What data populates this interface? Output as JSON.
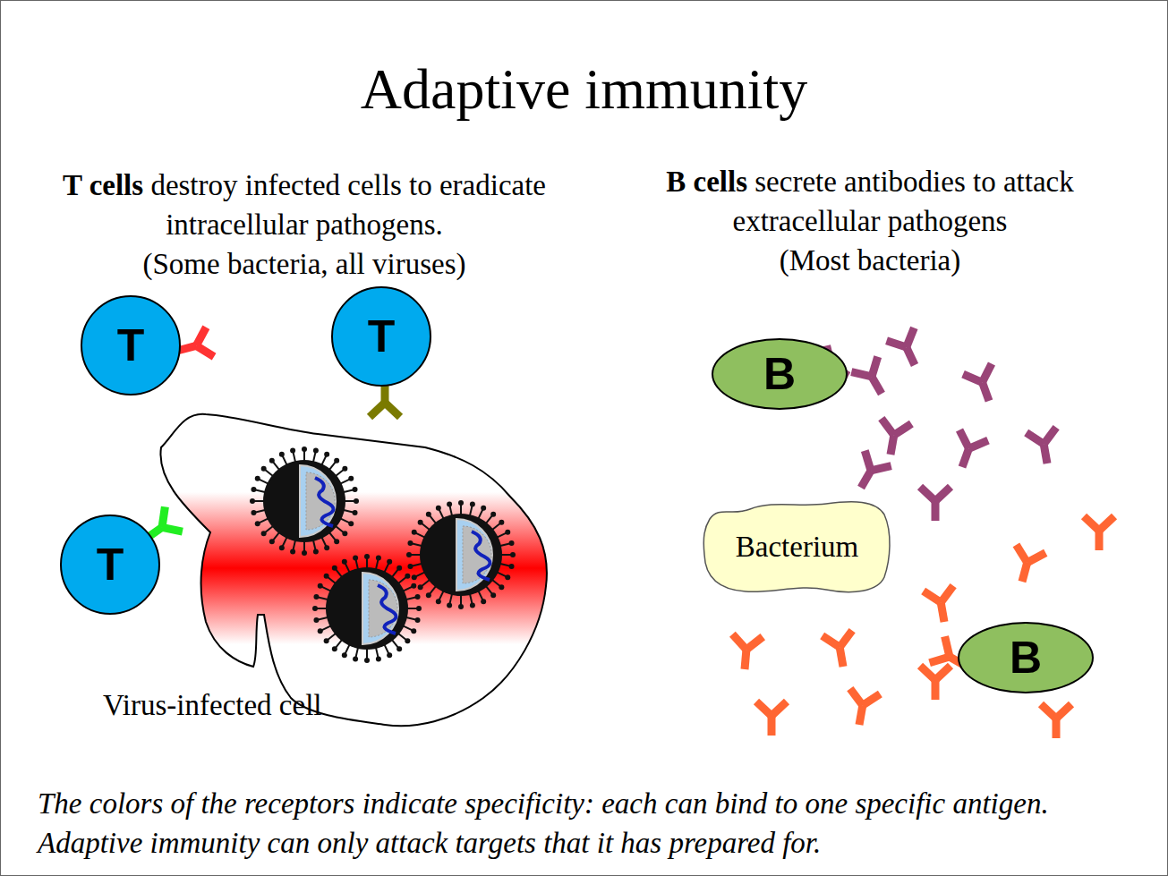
{
  "diagram": {
    "title": "Adaptive immunity",
    "caption": "The colors of the receptors indicate specificity: each can bind to one specific antigen. Adaptive immunity can only attack targets that it has prepared for.",
    "nodes": [
      {
        "text": [
          "T"
        ]
      },
      {
        "text": [
          "T"
        ]
      },
      {
        "text": [
          "T"
        ]
      },
      {
        "text": [
          "Virus-infected cell"
        ]
      },
      {
        "text": [
          "B"
        ]
      },
      {
        "text": [
          "Bacterium"
        ]
      },
      {
        "text": [
          "B"
        ]
      }
    ],
    "labels": [
      "T cells",
      "destroy infected cells to eradicate intracellular pathogens.",
      "(Some bacteria, all viruses)",
      "B cells",
      "secrete antibodies to attack extracellular pathogens",
      "(Most bacteria)"
    ]
  }
}
